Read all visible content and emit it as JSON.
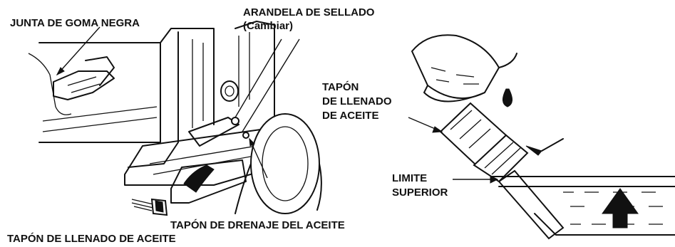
{
  "labels": {
    "black_rubber_gasket": "JUNTA DE GOMA NEGRA",
    "sealing_washer": "ARANDELA DE SELLADO",
    "sealing_washer_note": "(Cambiar)",
    "oil_filler_cap_line1": "TAPÓN",
    "oil_filler_cap_line2": "DE LLENADO",
    "oil_filler_cap_line3": "DE ACEITE",
    "upper_limit_line1": "LIMITE",
    "upper_limit_line2": "SUPERIOR",
    "oil_drain_plug": "TAPÓN DE DRENAJE DEL ACEITE",
    "oil_filler_cap_bottom": "TAPÓN DE LLENADO DE ACEITE"
  }
}
